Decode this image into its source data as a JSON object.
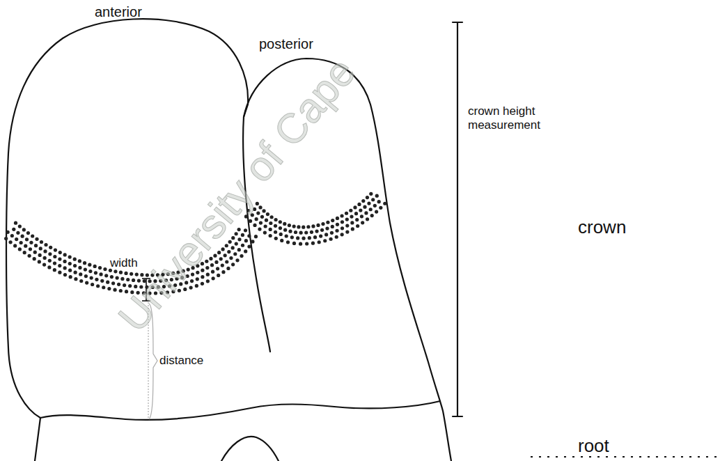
{
  "diagram": {
    "labels": [
      "University of Cape",
      "anterior",
      "posterior",
      "crown height measurement",
      "crown",
      "width",
      "distance",
      "root"
    ]
  }
}
